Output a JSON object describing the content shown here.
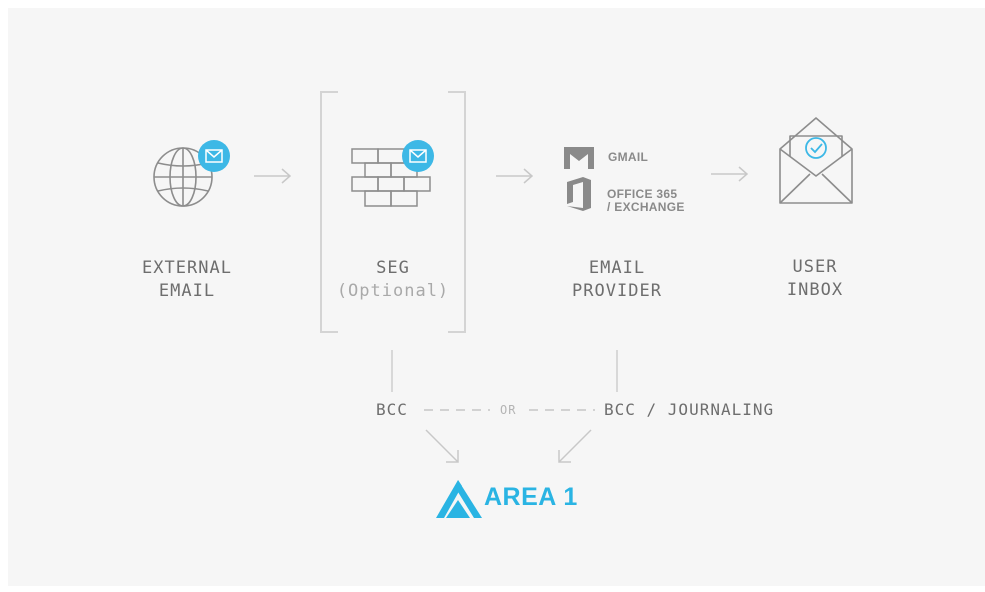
{
  "nodes": {
    "external": {
      "line1": "EXTERNAL",
      "line2": "EMAIL"
    },
    "seg": {
      "line1": "SEG",
      "line2": "(Optional)"
    },
    "provider": {
      "line1": "EMAIL",
      "line2": "PROVIDER"
    },
    "inbox": {
      "line1": "USER",
      "line2": "INBOX"
    }
  },
  "providers": {
    "gmail": "GMAIL",
    "office_line1": "OFFICE 365",
    "office_line2": "/ EXCHANGE"
  },
  "flows": {
    "left": "BCC",
    "or": "OR",
    "right": "BCC / JOURNALING"
  },
  "brand": {
    "name": "AREA 1",
    "color": "#2ab4e3"
  },
  "colors": {
    "icon_stroke": "#8d8d8d",
    "arrow": "#c8c8c8",
    "accent": "#3db8e6",
    "background": "#f6f6f6"
  },
  "icons": {
    "external": "globe-icon",
    "seg": "firewall-icon",
    "gmail": "gmail-icon",
    "office": "office365-icon",
    "inbox": "envelope-open-icon",
    "badge": "mail-badge-icon"
  }
}
